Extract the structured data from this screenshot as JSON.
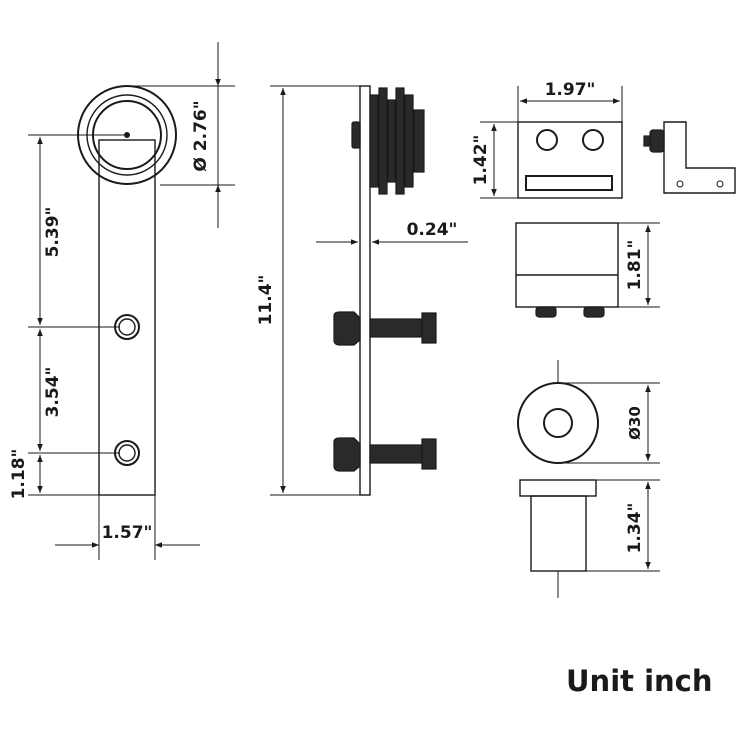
{
  "dimensions": {
    "front_diameter": "Ø 2.76\"",
    "front_height_upper": "5.39\"",
    "front_height_middle": "3.54\"",
    "front_height_lower": "1.18\"",
    "front_width": "1.57\"",
    "side_height": "11.4\"",
    "side_thickness": "0.24\"",
    "bracket_width": "1.97\"",
    "bracket_height": "1.42\"",
    "block_height": "1.81\"",
    "roller_diameter": "Ø30",
    "roller_height": "1.34\""
  },
  "caption": "Unit inch"
}
